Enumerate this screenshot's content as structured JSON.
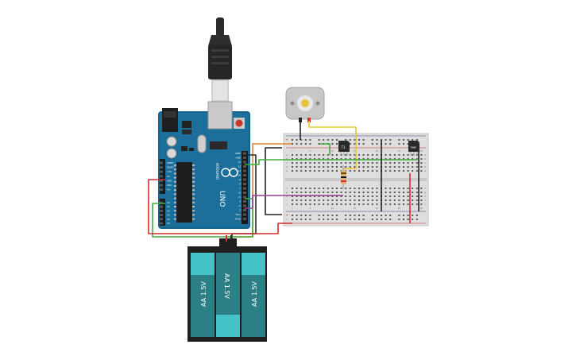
{
  "arduino": {
    "brand": "ARDUINO",
    "model": "UNO",
    "digital_header_labels": [
      "AREF",
      "GND",
      "13",
      "12",
      "~11",
      "~10",
      "~9",
      "8",
      "7",
      "~6",
      "~5",
      "4",
      "~3",
      "2",
      "TX▸1",
      "RX◂0"
    ],
    "power_header_labels": [
      "IOREF",
      "RESET",
      "3.3V",
      "5V",
      "GND",
      "GND",
      "Vin"
    ],
    "analog_header_labels": [
      "A0",
      "A1",
      "A2",
      "A3",
      "A4",
      "A5"
    ]
  },
  "battery_pack": {
    "cell_labels": [
      "AA 1.5V",
      "AA 1.5V",
      "AA 1.5V"
    ]
  },
  "breadboard": {
    "column_numbers": [
      "1",
      "5",
      "10",
      "15",
      "20",
      "25",
      "30"
    ],
    "row_letters_top": [
      "a",
      "b",
      "c",
      "d",
      "e"
    ],
    "row_letters_bottom": [
      "f",
      "g",
      "h",
      "i",
      "j"
    ],
    "rail_signs": [
      "+",
      "-"
    ]
  },
  "sensors": [
    {
      "label": "T1"
    },
    {
      "label": "TMP"
    }
  ],
  "wire_colors": {
    "red": "#d42d2d",
    "black": "#222222",
    "green": "#3fae3a",
    "orange": "#e2842c",
    "yellow": "#e8c62b",
    "purple": "#a03a9a"
  }
}
